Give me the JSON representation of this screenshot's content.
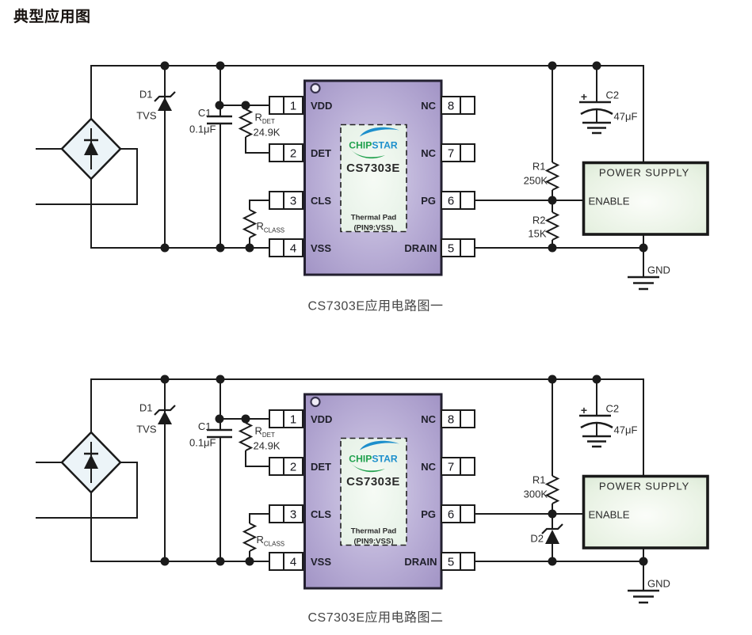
{
  "title": "典型应用图",
  "pins": {
    "left": [
      {
        "num": "1",
        "name": "VDD"
      },
      {
        "num": "2",
        "name": "DET"
      },
      {
        "num": "3",
        "name": "CLS"
      },
      {
        "num": "4",
        "name": "VSS"
      }
    ],
    "right": [
      {
        "num": "8",
        "name": "NC"
      },
      {
        "num": "7",
        "name": "NC"
      },
      {
        "num": "6",
        "name": "PG"
      },
      {
        "num": "5",
        "name": "DRAIN"
      }
    ]
  },
  "chip": {
    "logo_part1": "CHIP",
    "logo_part2": "STAR",
    "part_number": "CS7303E",
    "thermal_pad_line1": "Thermal Pad",
    "thermal_pad_line2": "(PIN9:VSS)"
  },
  "circuit1": {
    "caption": "CS7303E应用电路图一",
    "d1_ref": "D1",
    "d1_type": "TVS",
    "c1_ref": "C1",
    "c1_value": "0.1μF",
    "rdet_ref": "R",
    "rdet_sub": "DET",
    "rdet_value": "24.9K",
    "rclass_ref": "R",
    "rclass_sub": "CLASS",
    "r1_ref": "R1",
    "r1_value": "250K",
    "r2_ref": "R2",
    "r2_value": "15K",
    "c2_ref": "C2",
    "c2_value": "47μF",
    "c2_polarity": "+",
    "ps_title": "POWER SUPPLY",
    "ps_pin": "ENABLE",
    "gnd_label": "GND"
  },
  "circuit2": {
    "caption": "CS7303E应用电路图二",
    "d1_ref": "D1",
    "d1_type": "TVS",
    "c1_ref": "C1",
    "c1_value": "0.1μF",
    "rdet_ref": "R",
    "rdet_sub": "DET",
    "rdet_value": "24.9K",
    "rclass_ref": "R",
    "rclass_sub": "CLASS",
    "r1_ref": "R1",
    "r1_value": "300K",
    "d2_ref": "D2",
    "c2_ref": "C2",
    "c2_value": "47μF",
    "c2_polarity": "+",
    "ps_title": "POWER SUPPLY",
    "ps_pin": "ENABLE",
    "gnd_label": "GND"
  },
  "colors": {
    "wire": "#1b1b1b",
    "chip_fill": "#b3a6d2",
    "chip_border": "#232030",
    "thermal_pad_fill": "#e9f4eb",
    "power_supply_fill": "#e7f1e2",
    "bridge_fill": "#ecf4f8",
    "logo_green": "#21a14e",
    "logo_blue": "#1d8fcc"
  }
}
